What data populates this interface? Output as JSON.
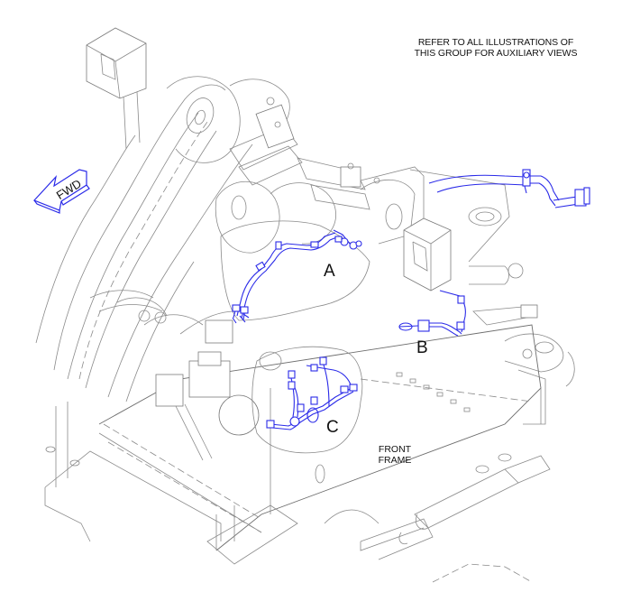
{
  "diagram": {
    "title_note": {
      "line1": "REFER TO ALL ILLUSTRATIONS OF",
      "line2": "THIS GROUP FOR AUXILIARY VIEWS"
    },
    "direction_indicator": {
      "label": "FWD",
      "icon": "arrow-left-icon",
      "color": "#2a2ae8"
    },
    "callouts": [
      {
        "id": "A",
        "label": "A"
      },
      {
        "id": "B",
        "label": "B"
      },
      {
        "id": "C",
        "label": "C"
      }
    ],
    "component_label": {
      "line1": "FRONT",
      "line2": "FRAME"
    },
    "colors": {
      "harness_highlight": "#2a2ae8",
      "line_art": "#8a8a8a",
      "background": "#ffffff",
      "text": "#111111"
    }
  }
}
